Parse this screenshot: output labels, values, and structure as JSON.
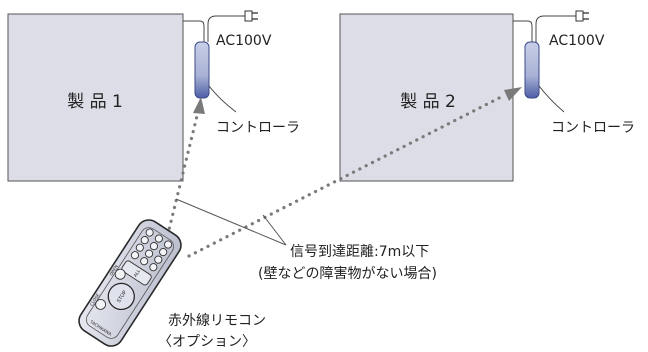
{
  "products": [
    {
      "name": "製 品 1",
      "power": "AC100V",
      "controller": "コントローラ"
    },
    {
      "name": "製 品 2",
      "power": "AC100V",
      "controller": "コントローラ"
    }
  ],
  "signal": {
    "line1": "信号到達距離:7m以下",
    "line2": "(壁などの障害物がない場合)"
  },
  "remote": {
    "line1": "赤外線リモコン",
    "line2": "〈オプション〉",
    "buttons": [
      "CLOSE",
      "STOP",
      "OPEN",
      "ALL"
    ],
    "brand": "TACHIKAWA"
  },
  "colors": {
    "box_fill": "#dcdde6",
    "box_stroke": "#555555",
    "signal_dots": "#7a7a7a",
    "arrow": "#7a7a7a",
    "controller_fill": "#a9b2d6",
    "controller_stroke": "#3c4a8a",
    "remote_body": "#cfd3e0"
  }
}
